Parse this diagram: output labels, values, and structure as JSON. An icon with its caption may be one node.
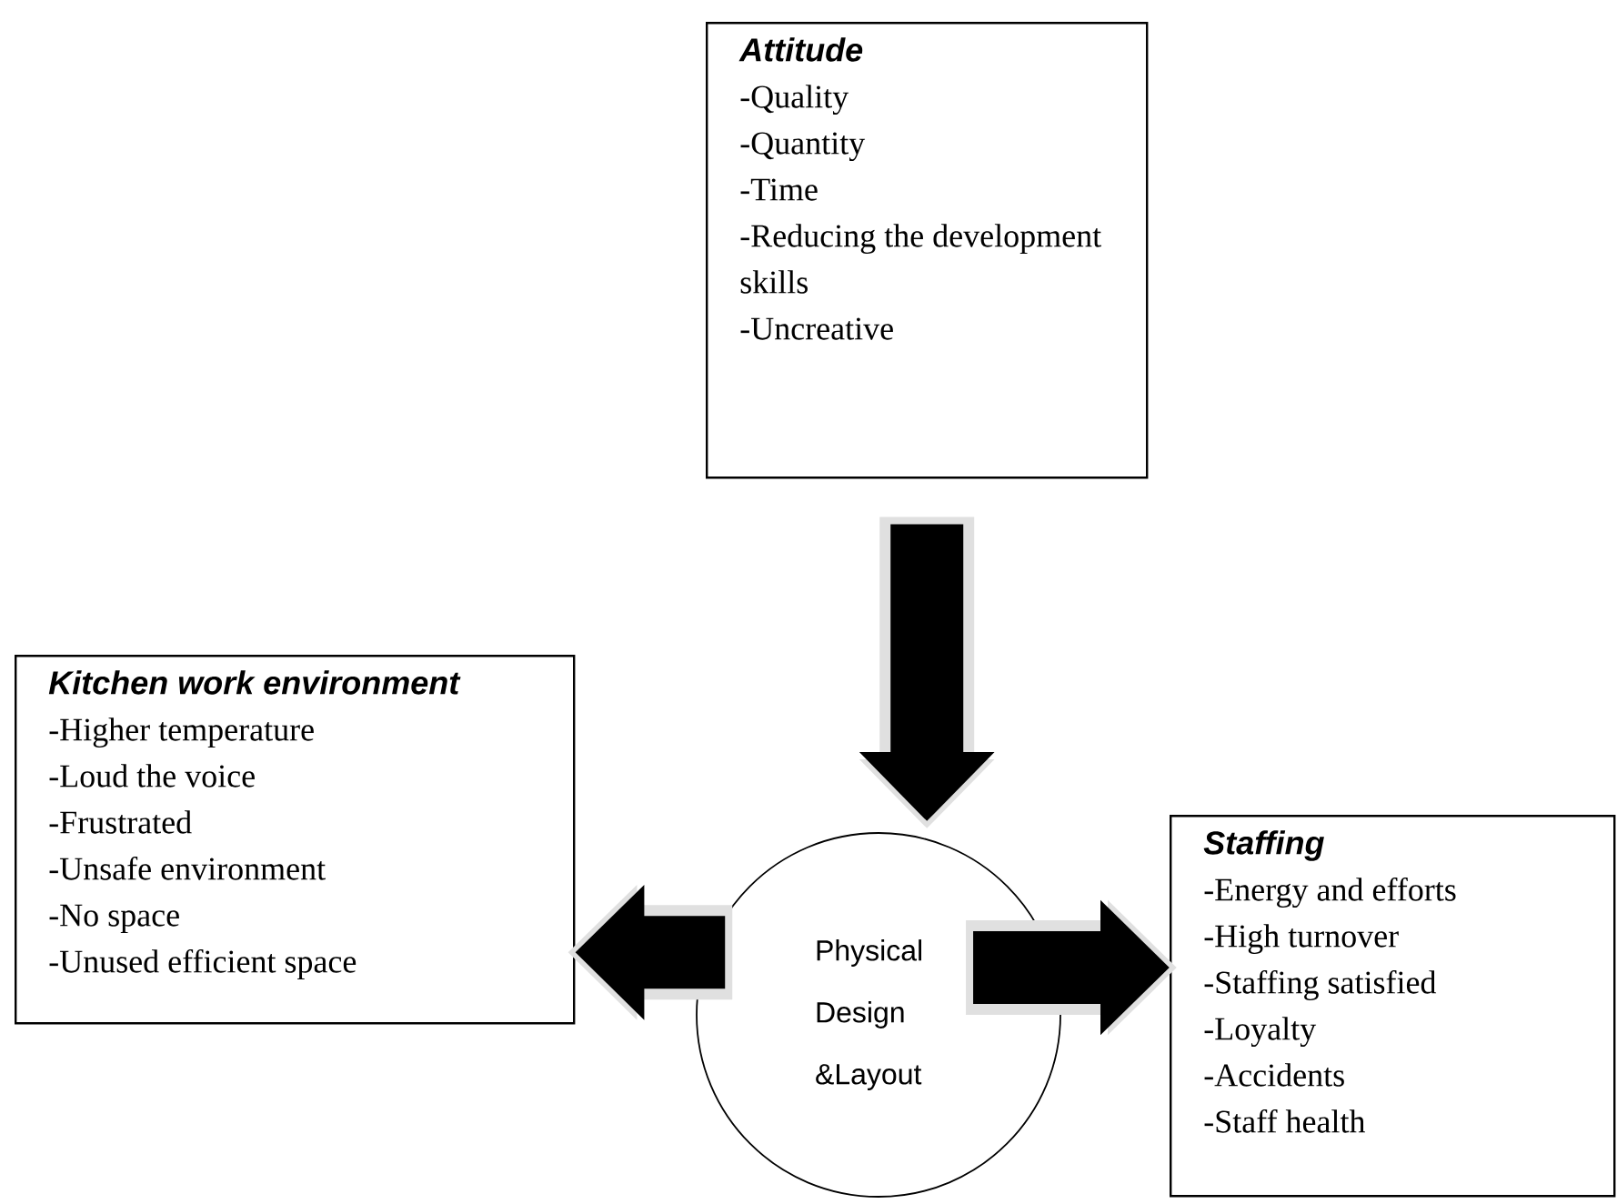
{
  "diagram": {
    "nodes": [
      {
        "text": [
          "Attitude",
          "-Quality",
          "-Quantity",
          "-Time",
          "-Reducing the development skills",
          "-Uncreative"
        ]
      },
      {
        "text": [
          "Kitchen work environment",
          "-Higher temperature",
          "-Loud the voice",
          "-Frustrated",
          "-Unsafe environment",
          "-No space",
          "-Unused efficient space"
        ]
      },
      {
        "text": [
          "Physical Design &Layout"
        ]
      },
      {
        "text": [
          "Staffing",
          "-Energy and efforts",
          "-High turnover",
          "-Staffing satisfied",
          "-Loyalty",
          "-Accidents",
          "-Staff health"
        ]
      }
    ],
    "edges": [
      {
        "from": 0,
        "to": 2,
        "arrow": "to"
      },
      {
        "from": 2,
        "to": 1,
        "arrow": "to"
      },
      {
        "from": 2,
        "to": 3,
        "arrow": "to"
      }
    ]
  }
}
